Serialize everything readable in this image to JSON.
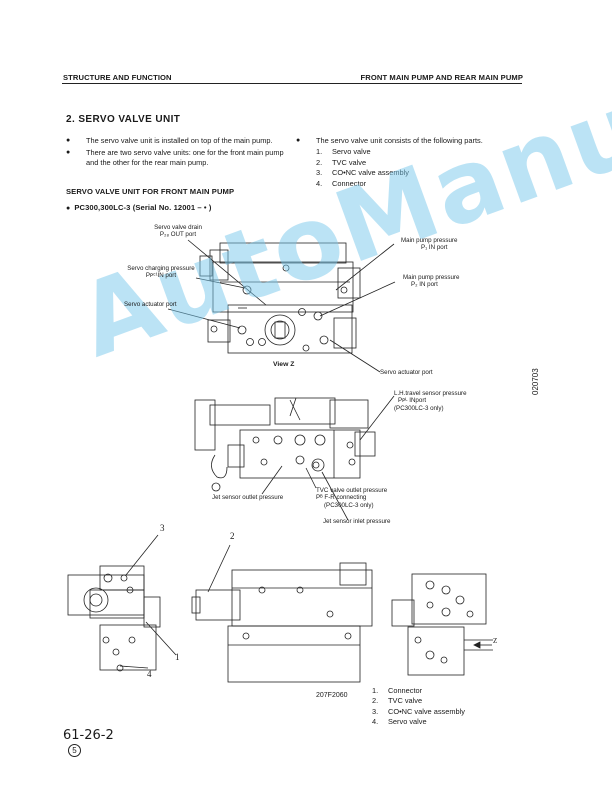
{
  "header": {
    "left": "STRUCTURE AND FUNCTION",
    "right": "FRONT MAIN PUMP AND REAR MAIN PUMP"
  },
  "section_title": "2.  SERVO VALVE UNIT",
  "intro_bullets": [
    "The servo valve unit is installed on top of the main pump.",
    "There are two servo valve units: one for the front main pump and the other for the rear main pump."
  ],
  "parts_intro": "The servo valve unit consists of the following parts.",
  "parts": [
    {
      "num": "1.",
      "name": "Servo valve"
    },
    {
      "num": "2.",
      "name": "TVC valve"
    },
    {
      "num": "3.",
      "name": "CO•NC valve assembly"
    },
    {
      "num": "4.",
      "name": "Connector"
    }
  ],
  "subheading": "SERVO VALVE UNIT FOR FRONT MAIN PUMP",
  "model_note": "PC300,300LC-3 (Serial No. 12001 – • )",
  "labels": {
    "servo_drain": "Servo valve drain",
    "servo_drain_port": "P₂₈ OUT port",
    "servo_charging": "Servo charging pressure",
    "servo_charging_port": "Pᴘᶜ¹IN port",
    "servo_actuator_port_top": "Servo actuator port",
    "main_pump_1": "Main pump pressure",
    "main_pump_1_port": "P₁  IN port",
    "main_pump_2": "Main pump pressure",
    "main_pump_2_port": "P₂  IN port",
    "view_z": "View Z",
    "servo_actuator_port_right": "Servo actuator port",
    "lh_travel": "L.H.travel sensor pressure",
    "lh_travel_port": "Pᴘᴸ INport",
    "lh_travel_model": "(PC300LC-3 only)",
    "jet_outlet": "Jet sensor outlet pressure",
    "tvc_outlet": "TVC valve outlet pressure",
    "fr_connecting": "Pᴮ F-R connecting",
    "fr_model": "(PC300LC-3 only)",
    "jet_inlet": "Jet sensor inlet pressure"
  },
  "callouts": {
    "c3": "3",
    "c2": "2",
    "c1": "1",
    "c4": "4",
    "z": "Z"
  },
  "figure_code": "207F2060",
  "legend": [
    {
      "num": "1.",
      "name": "Connector"
    },
    {
      "num": "2.",
      "name": "TVC valve"
    },
    {
      "num": "3.",
      "name": "CO•NC valve assembly"
    },
    {
      "num": "4.",
      "name": "Servo valve"
    }
  ],
  "side_code": "020703",
  "page_number": "61-26-2",
  "revision": "5",
  "watermark": "AutoManual"
}
